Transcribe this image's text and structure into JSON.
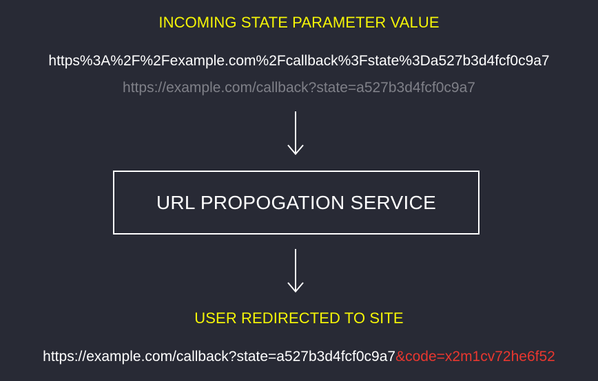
{
  "incoming": {
    "heading": "INCOMING STATE PARAMETER VALUE",
    "encoded_url": "https%3A%2F%2Fexample.com%2Fcallback%3Fstate%3Da527b3d4fcf0c9a7",
    "decoded_url": "https://example.com/callback?state=a527b3d4fcf0c9a7"
  },
  "service": {
    "label": "URL PROPOGATION SERVICE"
  },
  "outgoing": {
    "heading": "USER REDIRECTED TO SITE",
    "url_base": "https://example.com/callback?state=a527b3d4fcf0c9a7",
    "url_appended": "&code=x2m1cv72he6f52"
  },
  "icons": {
    "arrow_1": "arrow-down-icon",
    "arrow_2": "arrow-down-icon"
  },
  "colors": {
    "background": "#282a35",
    "heading": "#f5f507",
    "primary_text": "#ffffff",
    "muted_text": "#7f8088",
    "highlight": "#e8372f"
  }
}
